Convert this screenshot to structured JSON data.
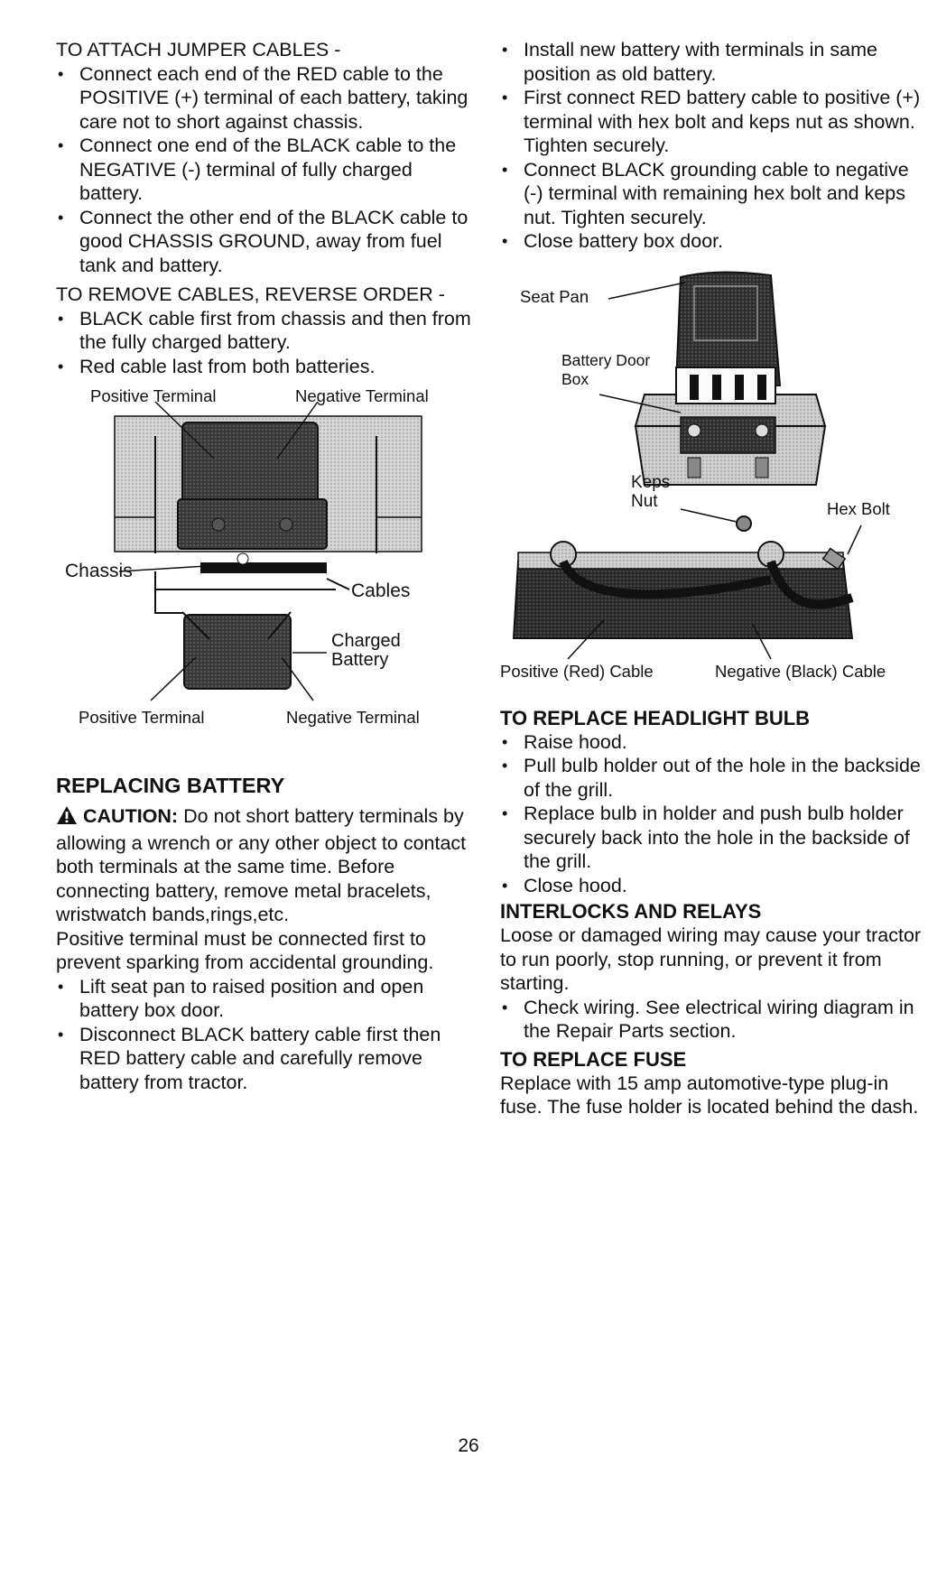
{
  "left": {
    "attach_heading": "TO ATTACH JUMPER CABLES -",
    "attach_items": [
      "Connect each end of the RED cable to the POSITIVE (+) terminal of each battery, taking care not to short against chassis.",
      "Connect one end of the BLACK cable to the NEGATIVE (-) terminal of fully charged battery.",
      "Connect the other end of the BLACK cable to good CHASSIS GROUND, away from fuel tank and battery."
    ],
    "remove_heading": "TO REMOVE CABLES, REVERSE ORDER -",
    "remove_items": [
      "BLACK cable first from chassis and then from the fully charged battery.",
      "Red cable last from both batteries."
    ],
    "fig1": {
      "top_positive": "Positive Terminal",
      "top_negative": "Negative Terminal",
      "chassis": "Chassis",
      "cables": "Cables",
      "charged_battery": "Charged Battery",
      "bottom_positive": "Positive Terminal",
      "bottom_negative": "Negative Terminal"
    },
    "replacing_heading": "REPLACING BATTERY",
    "caution_label": "CAUTION:",
    "caution_text": " Do not short battery terminals by allowing a wrench or any other object to contact both terminals at the same time. Before connecting battery, remove metal bracelets, wristwatch bands,rings,etc.",
    "positive_note": "Positive terminal must be connected first to prevent sparking from accidental grounding.",
    "replace_items": [
      "Lift seat pan to raised position and open battery box door.",
      "Disconnect BLACK battery cable first then RED battery cable and carefully remove battery from tractor."
    ]
  },
  "right": {
    "install_items": [
      "Install new battery with terminals in same position as old battery.",
      "First connect RED battery cable to positive (+) terminal with hex bolt and keps nut as shown. Tighten securely.",
      "Connect BLACK grounding cable to negative (-) terminal with remaining hex bolt and keps nut. Tighten securely.",
      "Close battery box door."
    ],
    "fig2": {
      "seat_pan": "Seat Pan",
      "battery_door_box": "Battery Door Box"
    },
    "fig3": {
      "keps_nut": "Keps Nut",
      "hex_bolt": "Hex Bolt",
      "positive_cable": "Positive (Red) Cable",
      "negative_cable": "Negative (Black) Cable"
    },
    "headlight_heading": "TO REPLACE HEADLIGHT BULB",
    "headlight_items": [
      "Raise hood.",
      "Pull bulb holder out of the hole in the backside of the grill.",
      "Replace bulb in holder and push bulb holder securely back into the hole in the backside of the grill.",
      "Close hood."
    ],
    "interlocks_heading": "INTERLOCKS AND RELAYS",
    "interlocks_text": "Loose or damaged wiring may cause your tractor to run poorly, stop running, or prevent it from starting.",
    "interlocks_items": [
      "Check wiring. See electrical wiring diagram in the Repair Parts section."
    ],
    "fuse_heading": "TO REPLACE FUSE",
    "fuse_text": "Replace with 15 amp automotive-type plug-in fuse. The fuse holder is located behind the dash."
  },
  "page_number": "26"
}
